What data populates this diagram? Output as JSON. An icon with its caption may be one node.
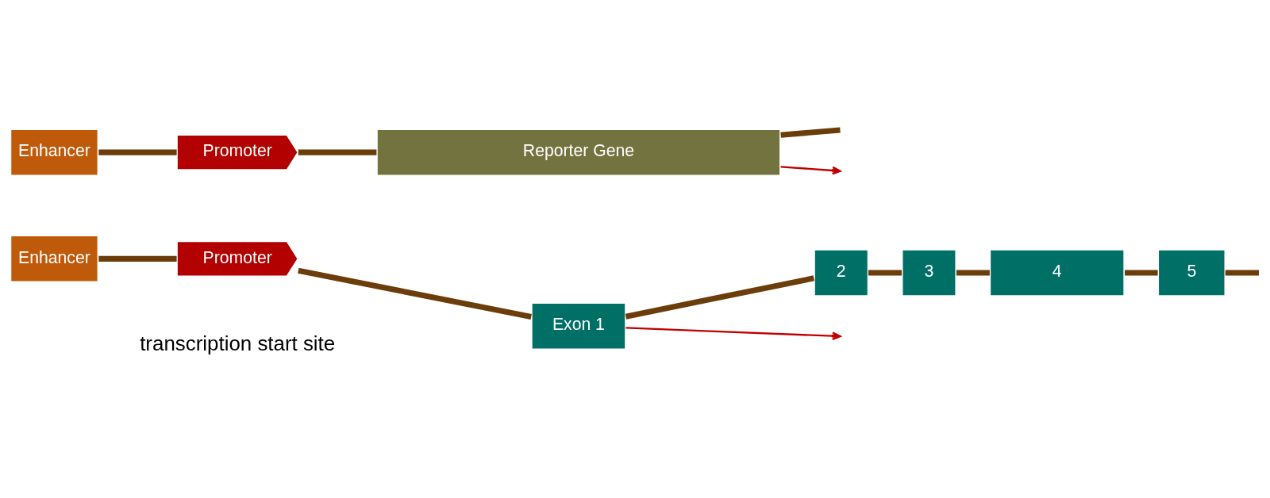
{
  "diagram": {
    "nodes": [
      {
        "text": [
          "Enhancer"
        ]
      },
      {
        "text": [
          "Promoter"
        ]
      },
      {
        "text": [
          "Exon 1"
        ]
      },
      {
        "text": [
          "2"
        ]
      },
      {
        "text": [
          "3"
        ]
      },
      {
        "text": [
          "4"
        ]
      },
      {
        "text": [
          "5"
        ]
      },
      {
        "text": [
          "Enhancer"
        ]
      },
      {
        "text": [
          "Promoter"
        ]
      },
      {
        "text": [
          "Reporter Gene"
        ]
      }
    ],
    "edges": [
      {
        "from": 0,
        "to": 1,
        "arrow": "none"
      },
      {
        "from": 1,
        "to": 2,
        "arrow": "none"
      },
      {
        "from": 2,
        "to": 3,
        "arrow": "none"
      },
      {
        "from": 3,
        "to": 4,
        "arrow": "none"
      },
      {
        "from": 4,
        "to": 5,
        "arrow": "none"
      },
      {
        "from": 5,
        "to": 6,
        "arrow": "none"
      },
      {
        "from": 6,
        "to": null,
        "arrow": "none"
      },
      {
        "from": 2,
        "to": null,
        "arrow": "to",
        "color": "#c00000"
      },
      {
        "from": 7,
        "to": 8,
        "arrow": "none"
      },
      {
        "from": 8,
        "to": 9,
        "arrow": "none"
      },
      {
        "from": 9,
        "to": null,
        "arrow": "none"
      },
      {
        "from": 9,
        "to": null,
        "arrow": "to",
        "color": "#c00000"
      }
    ],
    "labels": [
      "transcription start site"
    ]
  }
}
